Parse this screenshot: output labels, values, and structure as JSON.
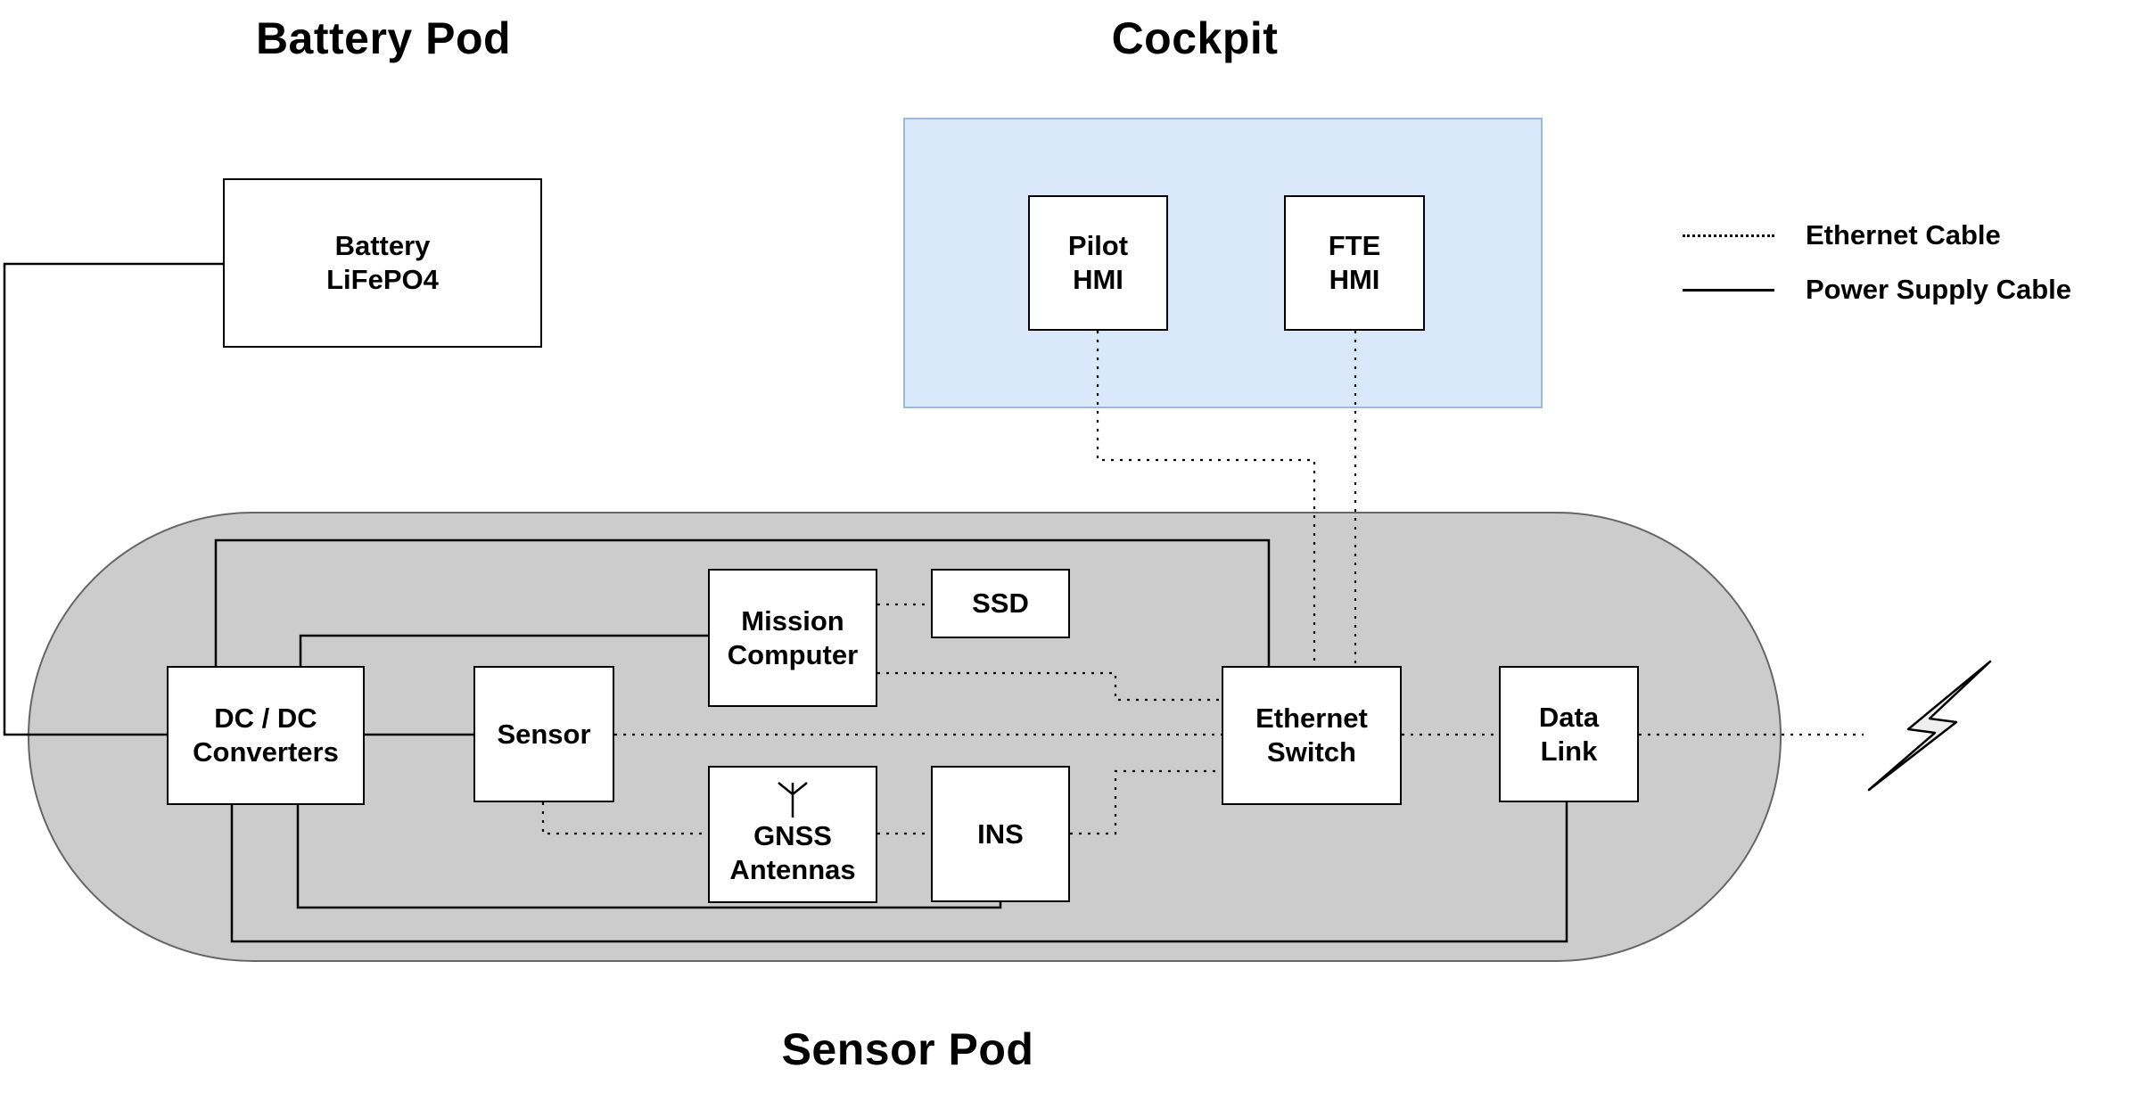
{
  "titles": {
    "battery_pod": "Battery Pod",
    "cockpit": "Cockpit",
    "sensor_pod": "Sensor Pod"
  },
  "legend": {
    "items": [
      {
        "label": "Ethernet Cable",
        "style": "dotted"
      },
      {
        "label": "Power Supply Cable",
        "style": "solid"
      }
    ]
  },
  "nodes": {
    "battery": {
      "line1": "Battery",
      "line2": "LiFePO4"
    },
    "pilot_hmi": {
      "line1": "Pilot",
      "line2": "HMI"
    },
    "fte_hmi": {
      "line1": "FTE",
      "line2": "HMI"
    },
    "dcdc": {
      "line1": "DC / DC",
      "line2": "Converters"
    },
    "sensor": {
      "line1": "Sensor"
    },
    "mission_computer": {
      "line1": "Mission",
      "line2": "Computer"
    },
    "ssd": {
      "line1": "SSD"
    },
    "gnss": {
      "line1": "GNSS",
      "line2": "Antennas"
    },
    "ins": {
      "line1": "INS"
    },
    "ethernet_switch": {
      "line1": "Ethernet",
      "line2": "Switch"
    },
    "data_link": {
      "line1": "Data",
      "line2": "Link"
    }
  },
  "icons": {
    "gnss_antenna": "antenna-icon",
    "wireless_link": "lightning-bolt-icon"
  },
  "colors": {
    "cockpit_fill": "#dae8fc",
    "cockpit_border": "#9ab9e0",
    "pod_fill": "#cccccc",
    "pod_border": "#666666",
    "box_fill": "#ffffff",
    "box_border": "#000000",
    "cable": "#000000"
  },
  "connections": [
    {
      "from": "battery",
      "to": "dcdc",
      "type": "power"
    },
    {
      "from": "dcdc",
      "to": "ethernet_switch",
      "type": "power"
    },
    {
      "from": "dcdc",
      "to": "mission_computer",
      "type": "power"
    },
    {
      "from": "dcdc",
      "to": "sensor",
      "type": "power"
    },
    {
      "from": "dcdc",
      "to": "data_link",
      "type": "power"
    },
    {
      "from": "dcdc",
      "to": "ins",
      "type": "power"
    },
    {
      "from": "pilot_hmi",
      "to": "ethernet_switch",
      "type": "ethernet"
    },
    {
      "from": "fte_hmi",
      "to": "ethernet_switch",
      "type": "ethernet"
    },
    {
      "from": "mission_computer",
      "to": "ssd",
      "type": "ethernet"
    },
    {
      "from": "mission_computer",
      "to": "ethernet_switch",
      "type": "ethernet"
    },
    {
      "from": "sensor",
      "to": "ethernet_switch",
      "type": "ethernet"
    },
    {
      "from": "sensor",
      "to": "gnss",
      "type": "ethernet"
    },
    {
      "from": "gnss",
      "to": "ins",
      "type": "ethernet"
    },
    {
      "from": "ins",
      "to": "ethernet_switch",
      "type": "ethernet"
    },
    {
      "from": "ethernet_switch",
      "to": "data_link",
      "type": "ethernet"
    },
    {
      "from": "data_link",
      "to": "wireless_link",
      "type": "ethernet"
    }
  ]
}
